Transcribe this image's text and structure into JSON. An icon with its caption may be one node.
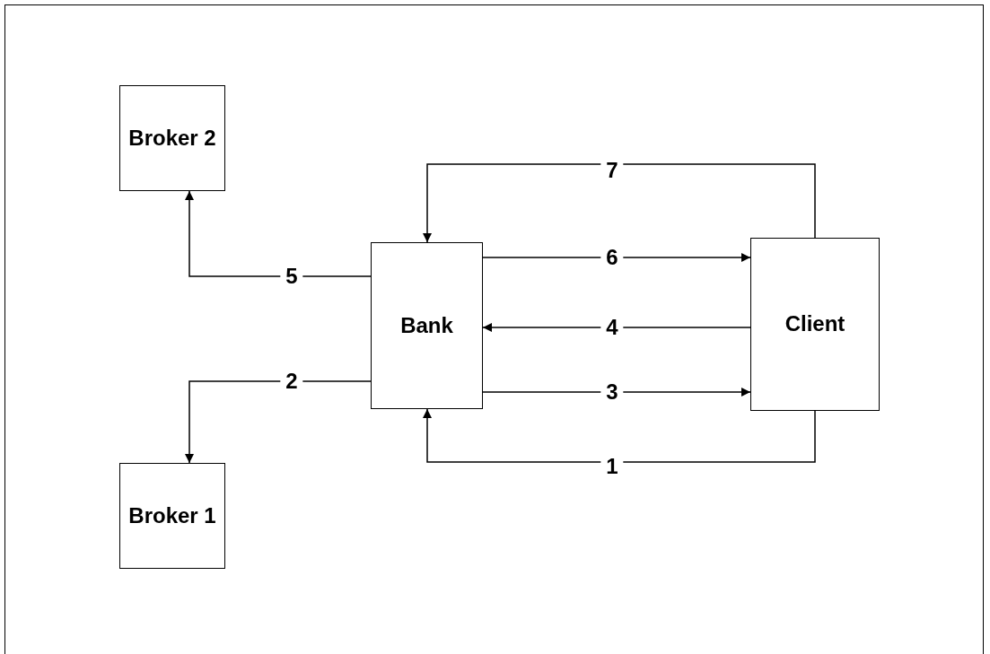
{
  "diagram": {
    "nodes": [
      {
        "text": [
          "Broker 2"
        ]
      },
      {
        "text": [
          "Bank"
        ]
      },
      {
        "text": [
          "Client"
        ]
      },
      {
        "text": [
          "Broker 1"
        ]
      }
    ],
    "edges": [
      {
        "from": 1,
        "to": 0,
        "arrow": "to",
        "label": "5"
      },
      {
        "from": 1,
        "to": 3,
        "arrow": "to",
        "label": "2"
      },
      {
        "from": 2,
        "to": 1,
        "arrow": "to",
        "label": "7"
      },
      {
        "from": 1,
        "to": 2,
        "arrow": "to",
        "label": "6"
      },
      {
        "from": 2,
        "to": 1,
        "arrow": "to",
        "label": "4"
      },
      {
        "from": 1,
        "to": 2,
        "arrow": "to",
        "label": "3"
      },
      {
        "from": 2,
        "to": 1,
        "arrow": "to",
        "label": "1"
      }
    ]
  }
}
